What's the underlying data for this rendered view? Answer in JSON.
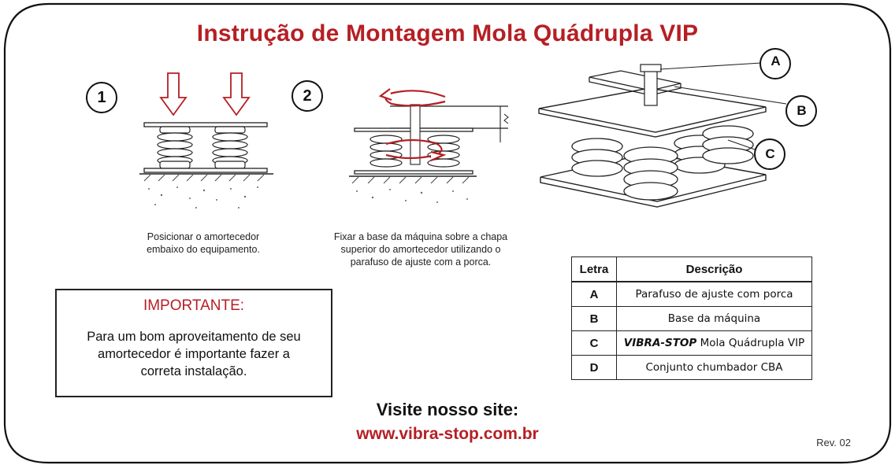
{
  "title": "Instrução de Montagem Mola Quádrupla VIP",
  "steps": [
    {
      "number": "1",
      "caption_line1": "Posicionar o amortecedor",
      "caption_line2": "embaixo do equipamento."
    },
    {
      "number": "2",
      "caption_line1": "Fixar a base da máquina sobre a chapa",
      "caption_line2": "superior do amortecedor utilizando o",
      "caption_line3": "parafuso de ajuste com a porca."
    }
  ],
  "callouts": [
    "A",
    "B",
    "C"
  ],
  "important": {
    "title": "IMPORTANTE:",
    "line1": "Para um bom aproveitamento de seu",
    "line2": "amortecedor é importante fazer a",
    "line3": "correta instalação."
  },
  "legend_table": {
    "header_letter": "Letra",
    "header_desc": "Descrição",
    "rows": [
      {
        "letter": "A",
        "brand": "",
        "desc": "Parafuso de ajuste com porca"
      },
      {
        "letter": "B",
        "brand": "",
        "desc": "Base da máquina"
      },
      {
        "letter": "C",
        "brand": "VIBRA-STOP",
        "desc": " Mola Quádrupla VIP"
      },
      {
        "letter": "D",
        "brand": "",
        "desc": "Conjunto chumbador CBA"
      }
    ]
  },
  "visit_label": "Visite nosso site:",
  "website": "www.vibra-stop.com.br",
  "revision": "Rev. 02",
  "colors": {
    "accent": "#b51f24",
    "text": "#111111"
  }
}
